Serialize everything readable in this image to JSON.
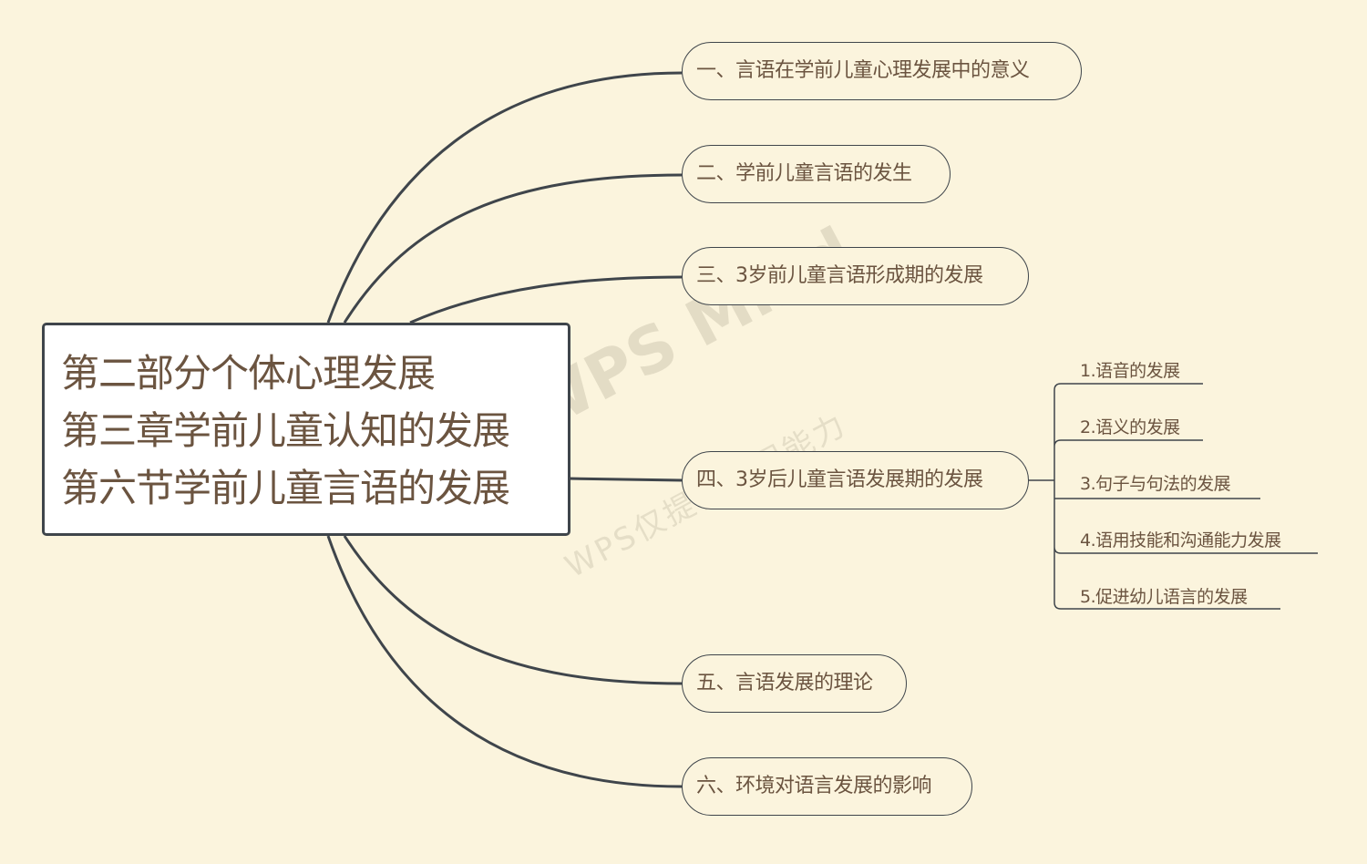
{
  "root": {
    "lines": [
      "第二部分个体心理发展",
      "第三章学前儿童认知的发展",
      "第六节学前儿童言语的发展"
    ]
  },
  "topics": [
    "一、言语在学前儿童心理发展中的意义",
    "二、学前儿童言语的发生",
    "三、3岁前儿童言语形成期的发展",
    "四、3岁后儿童言语发展期的发展",
    "五、言语发展的理论",
    "六、环境对语言发展的影响"
  ],
  "subtopics": [
    "1.语音的发展",
    "2.语义的发展",
    "3.句子与句法的发展",
    "4.语用技能和沟通能力发展",
    "5.促进幼儿语言的发展"
  ],
  "watermark": {
    "title": "WPS Mind",
    "subtitle": "WPS仅提供作图能力"
  },
  "colors": {
    "background": "#fbf4dd",
    "line": "#3f454b",
    "text": "#6b5440"
  }
}
